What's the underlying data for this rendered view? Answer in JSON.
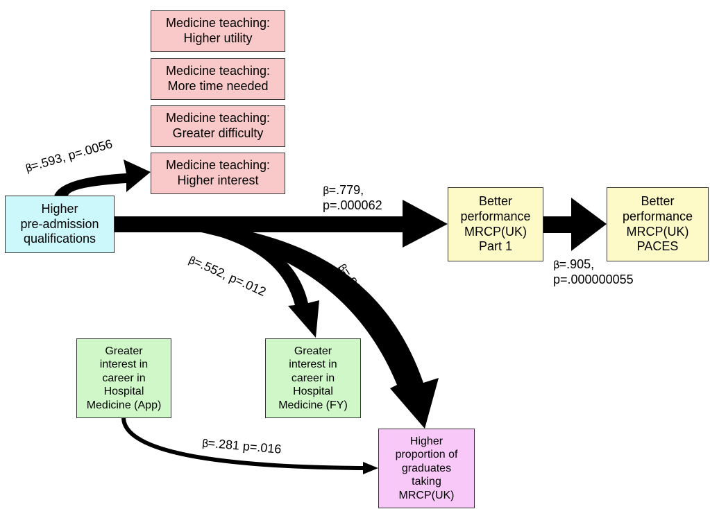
{
  "boxes": {
    "med_utility": [
      "Medicine teaching:",
      "Higher utility"
    ],
    "med_time": [
      "Medicine teaching:",
      "More time needed"
    ],
    "med_difficulty": [
      "Medicine teaching:",
      "Greater difficulty"
    ],
    "med_interest": [
      "Medicine teaching:",
      "Higher interest"
    ],
    "higher_qual": [
      "Higher",
      "pre-admission",
      "qualifications"
    ],
    "part1": [
      "Better",
      "performance",
      "MRCP(UK)",
      "Part 1"
    ],
    "paces": [
      "Better",
      "performance",
      "MRCP(UK)",
      "PACES"
    ],
    "interest_app": [
      "Greater",
      "interest in",
      "career in",
      "Hospital",
      "Medicine (App)"
    ],
    "interest_fy": [
      "Greater",
      "interest in",
      "career in",
      "Hospital",
      "Medicine (FY)"
    ],
    "graduates": [
      "Higher",
      "proportion of",
      "graduates",
      "taking",
      "MRCP(UK)"
    ]
  },
  "symbol": "β",
  "labels": {
    "l593": "=.593, p=.0056",
    "l779a": "=.779,",
    "l779b": "p=.000062",
    "l905a": "=.905,",
    "l905b": "p=.000000055",
    "l552": "=.552, p=.012",
    "l800": "=.800, p=.0000008",
    "l281": "=.281 p=.016"
  },
  "colors": {
    "pink": "#f9c9c9",
    "cyan": "#ccf7fb",
    "yellow": "#fdfac8",
    "green": "#cff7c8",
    "magenta": "#f8c8f8",
    "arrow": "#000000"
  }
}
